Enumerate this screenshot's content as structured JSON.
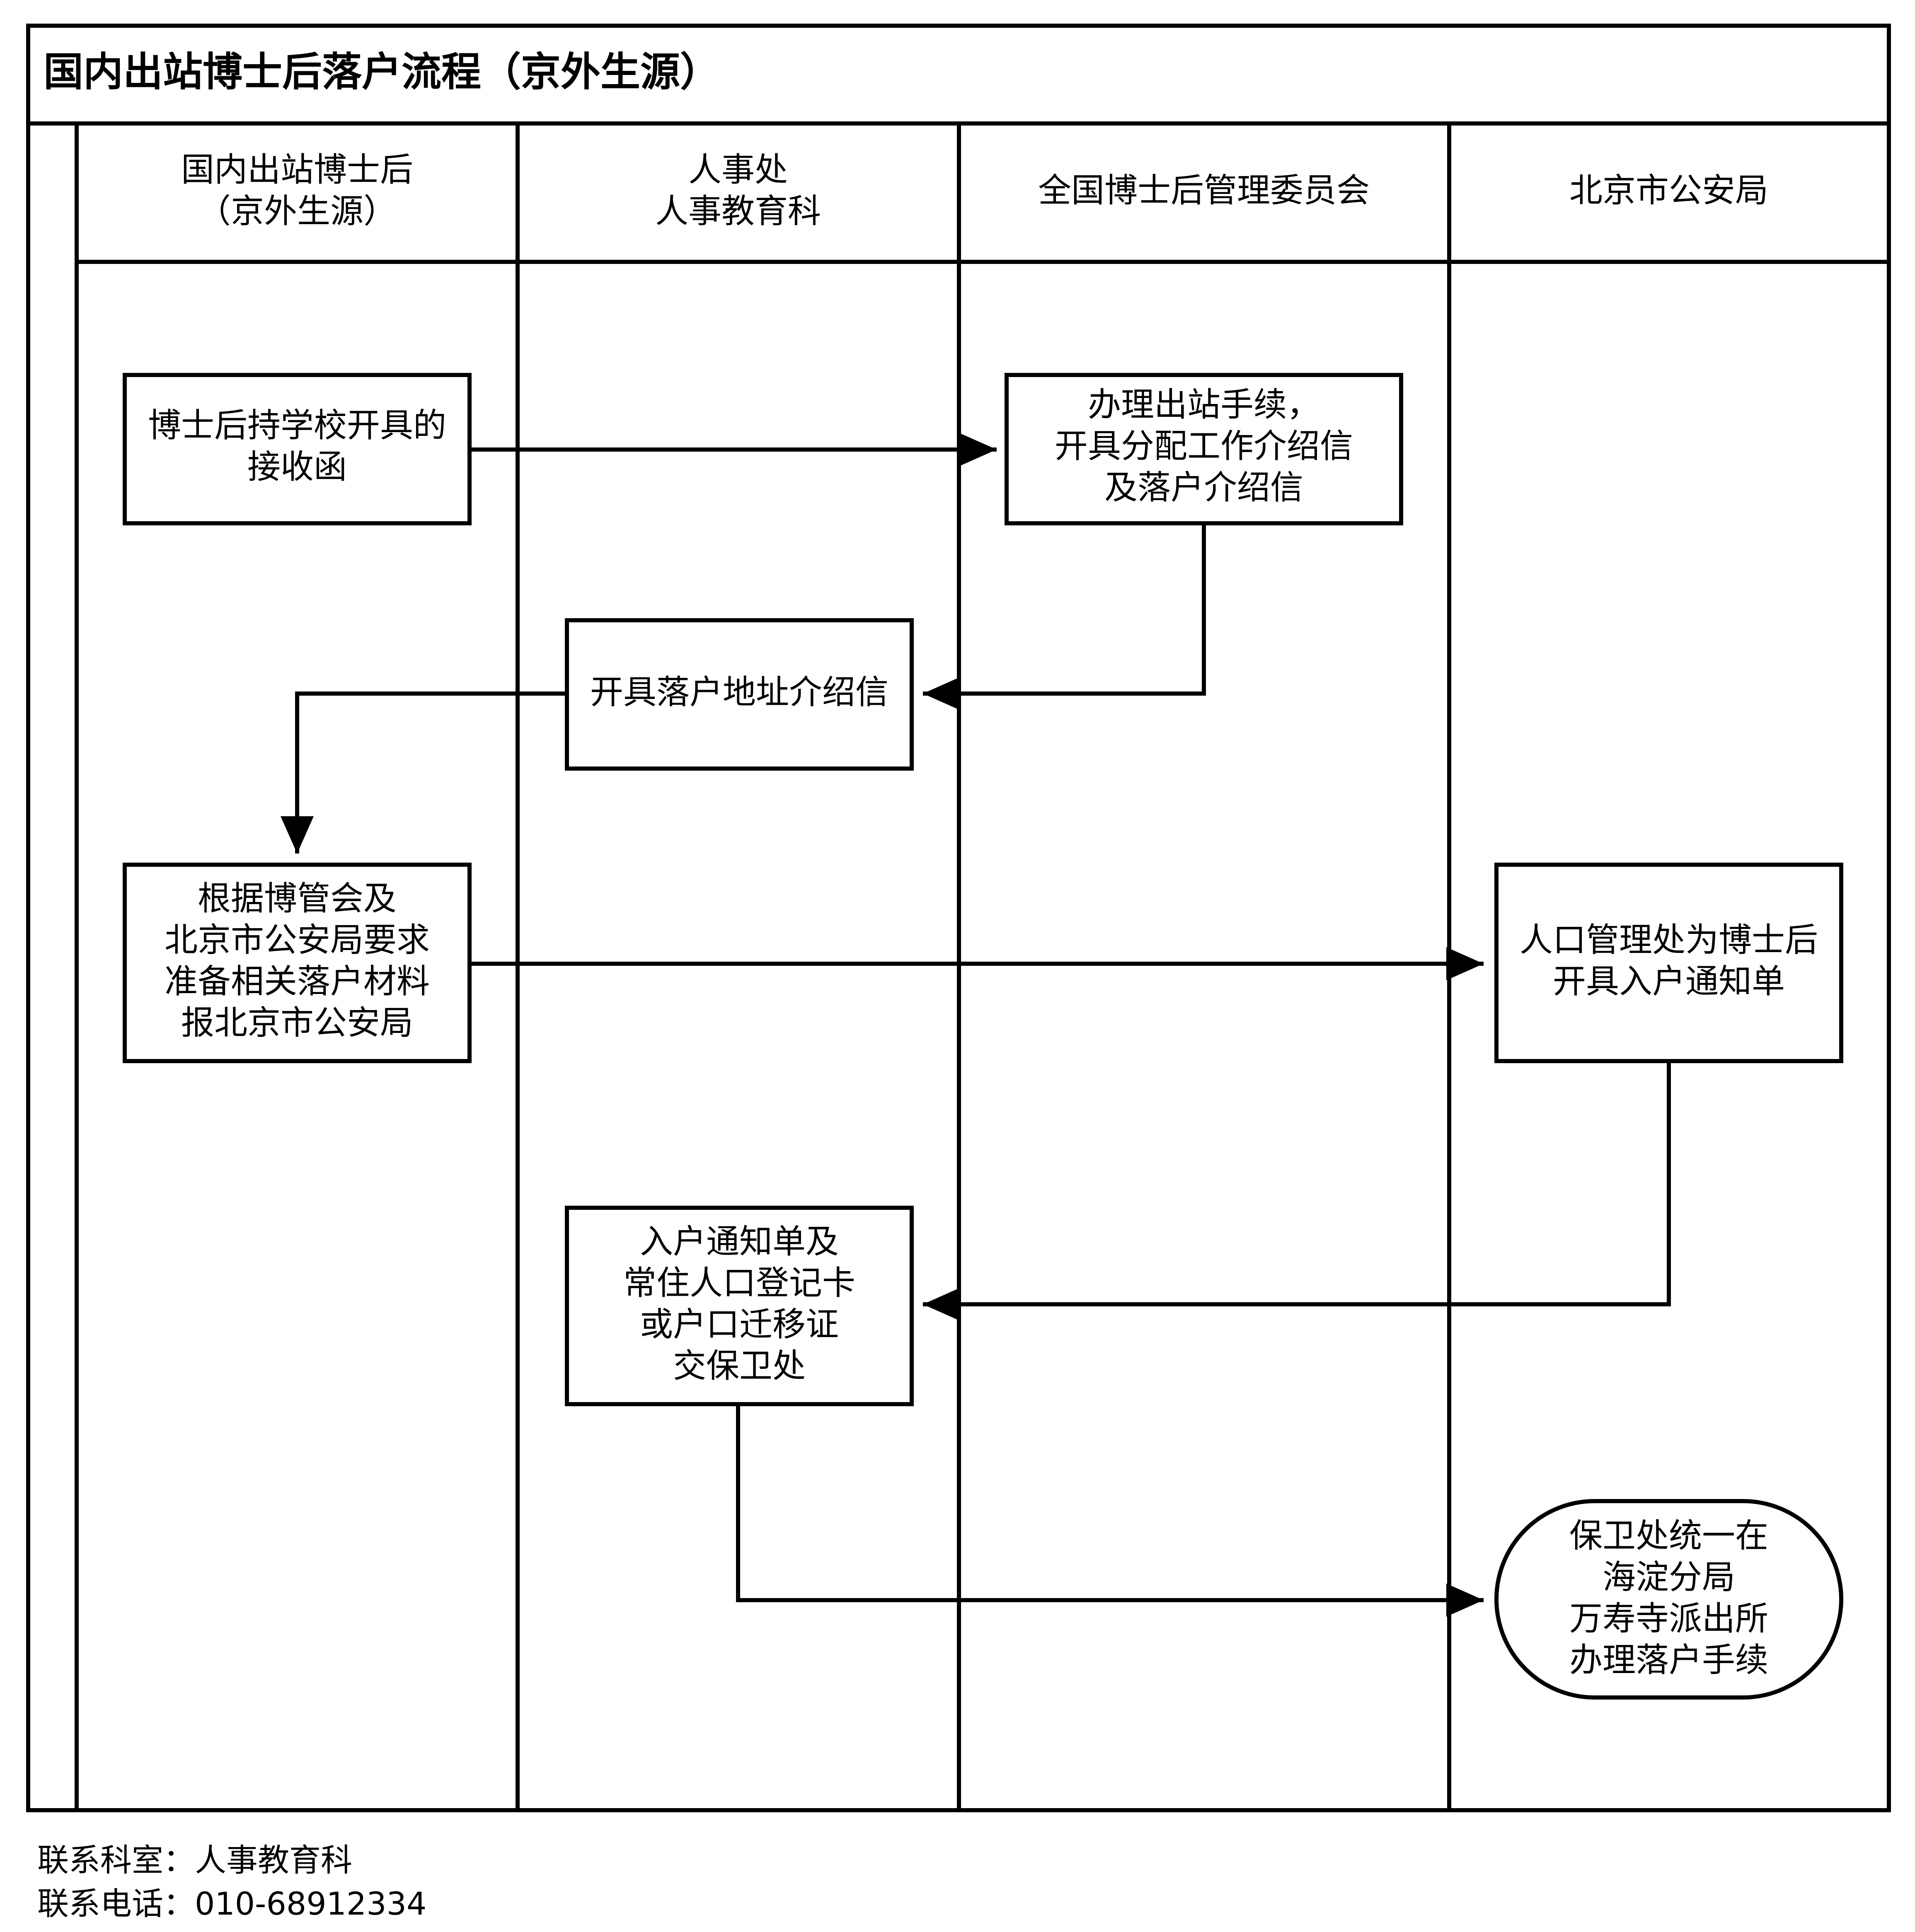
{
  "title": "国内出站博士后落户流程（京外生源）",
  "lanes": [
    {
      "id": "postdoc",
      "label": [
        "国内出站博士后",
        "（京外生源）"
      ]
    },
    {
      "id": "hr",
      "label": [
        "人事处",
        "人事教育科"
      ]
    },
    {
      "id": "committee",
      "label": [
        "全国博士后管理委员会"
      ]
    },
    {
      "id": "police",
      "label": [
        "北京市公安局"
      ]
    }
  ],
  "nodes": [
    {
      "id": "n1",
      "lane": "postdoc",
      "lines": [
        "博士后持学校开具的",
        "接收函"
      ]
    },
    {
      "id": "n2",
      "lane": "committee",
      "lines": [
        "办理出站手续，",
        "开具分配工作介绍信",
        "及落户介绍信"
      ]
    },
    {
      "id": "n3",
      "lane": "hr",
      "lines": [
        "开具落户地址介绍信"
      ]
    },
    {
      "id": "n4",
      "lane": "postdoc",
      "lines": [
        "根据博管会及",
        "北京市公安局要求",
        "准备相关落户材料",
        "报北京市公安局"
      ]
    },
    {
      "id": "n5",
      "lane": "police",
      "lines": [
        "人口管理处为博士后",
        "开具入户通知单"
      ]
    },
    {
      "id": "n6",
      "lane": "hr",
      "lines": [
        "入户通知单及",
        "常住人口登记卡",
        "或户口迁移证",
        "交保卫处"
      ]
    },
    {
      "id": "n7",
      "lane": "police",
      "shape": "terminal",
      "lines": [
        "保卫处统一在",
        "海淀分局",
        "万寿寺派出所",
        "办理落户手续"
      ]
    }
  ],
  "edges": [
    {
      "from": "n1",
      "to": "n2"
    },
    {
      "from": "n2",
      "to": "n3"
    },
    {
      "from": "n3",
      "to": "n4"
    },
    {
      "from": "n4",
      "to": "n5"
    },
    {
      "from": "n5",
      "to": "n6"
    },
    {
      "from": "n6",
      "to": "n7"
    }
  ],
  "footer": {
    "contact_office": "联系科室：人事教育科",
    "contact_phone": "联系电话：010-68912334"
  }
}
